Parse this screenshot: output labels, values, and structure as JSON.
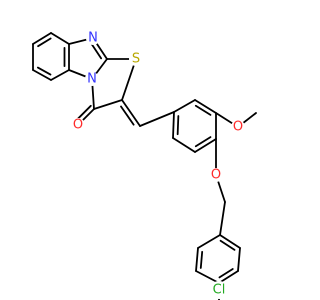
{
  "molecule": {
    "atoms": [
      {
        "id": "N_imine",
        "label": "N",
        "color": "#3333ff"
      },
      {
        "id": "N_ring",
        "label": "N",
        "color": "#3333ff"
      },
      {
        "id": "S",
        "label": "S",
        "color": "#b8a800"
      },
      {
        "id": "O_carbonyl",
        "label": "O",
        "color": "#ff2a2a"
      },
      {
        "id": "O_methoxy",
        "label": "O",
        "color": "#ff2a2a"
      },
      {
        "id": "O_ether",
        "label": "O",
        "color": "#ff2a2a"
      },
      {
        "id": "Cl",
        "label": "Cl",
        "color": "#22aa22"
      }
    ],
    "bond_color": "#000000"
  }
}
